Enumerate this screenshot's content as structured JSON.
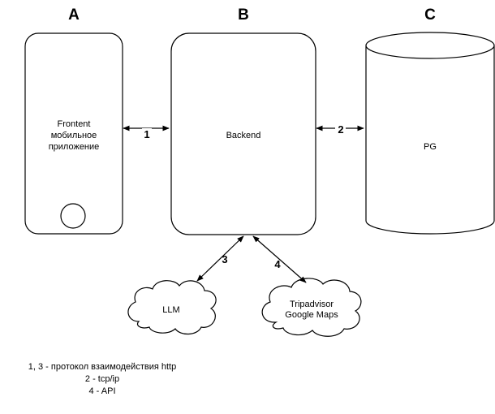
{
  "columns": {
    "a": "A",
    "b": "B",
    "c": "C"
  },
  "nodes": {
    "frontend": [
      "Frontent",
      "мобильное",
      "приложение"
    ],
    "backend": "Backend",
    "pg": "PG",
    "llm": "LLM",
    "external": [
      "Tripadvisor",
      "Google Maps"
    ]
  },
  "edges": {
    "e1": "1",
    "e2": "2",
    "e3": "3",
    "e4": "4"
  },
  "legend": [
    "1, 3 - протокол взаимодействия http",
    "2 - tcp/ip",
    "4 - API"
  ]
}
